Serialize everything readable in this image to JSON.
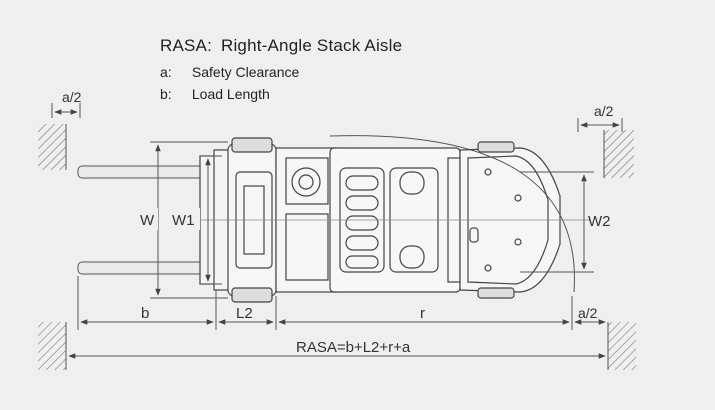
{
  "legend": {
    "title_key": "RASA:",
    "title_text": "Right-Angle Stack Aisle",
    "items": [
      {
        "key": "a:",
        "text": "Safety Clearance"
      },
      {
        "key": "b:",
        "text": "Load Length"
      }
    ]
  },
  "labels": {
    "a_half_left": "a/2",
    "a_half_right": "a/2",
    "a_half_bottom": "a/2",
    "W": "W",
    "W1": "W1",
    "W2": "W2",
    "b": "b",
    "L2": "L2",
    "r": "r",
    "rasa_formula": "RASA=b+L2+r+a"
  }
}
